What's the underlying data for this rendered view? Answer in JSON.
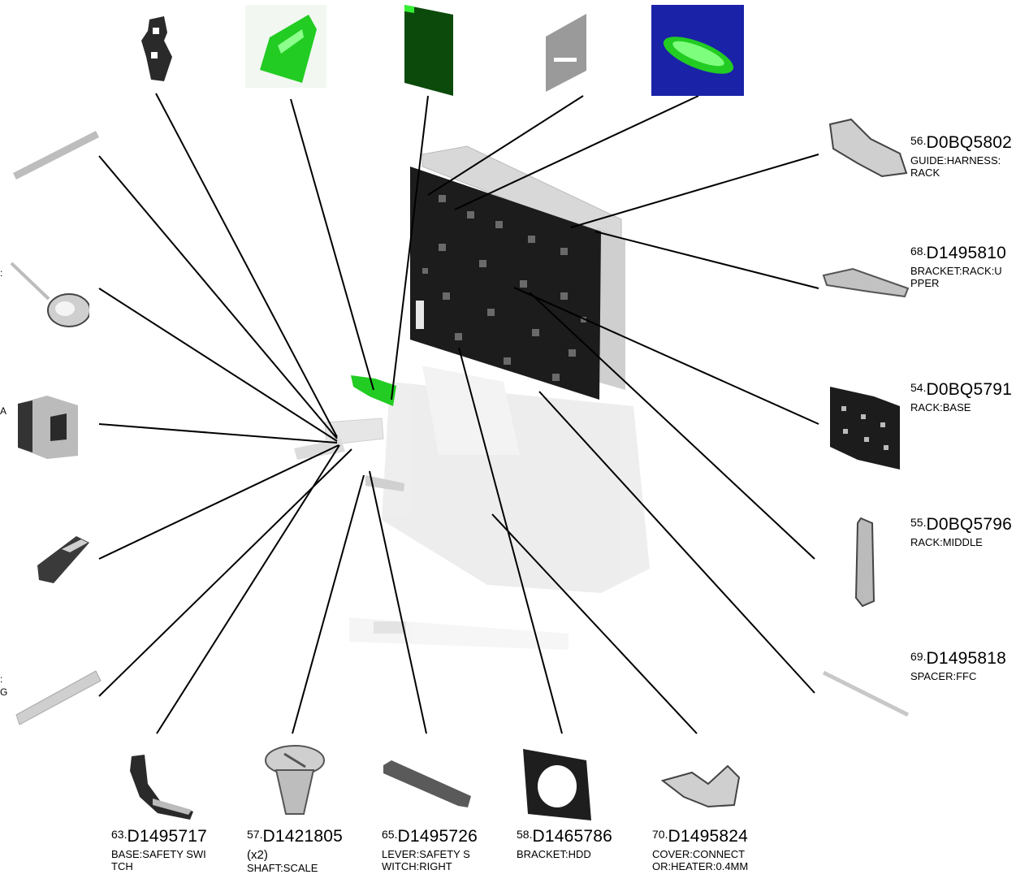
{
  "parts": [
    {
      "id": "56",
      "num": "56.",
      "code": "D0BQ5802",
      "desc": "GUIDE:HARNESS:\nRACK"
    },
    {
      "id": "68",
      "num": "68.",
      "code": "D1495810",
      "desc": "BRACKET:RACK:U\nPPER"
    },
    {
      "id": "54",
      "num": "54.",
      "code": "D0BQ5791",
      "desc": "RACK:BASE"
    },
    {
      "id": "55",
      "num": "55.",
      "code": "D0BQ5796",
      "desc": "RACK:MIDDLE"
    },
    {
      "id": "69",
      "num": "69.",
      "code": "D1495818",
      "desc": "SPACER:FFC"
    },
    {
      "id": "63",
      "num": "63.",
      "code": "D1495717",
      "desc": "BASE:SAFETY SWI\nTCH"
    },
    {
      "id": "57",
      "num": "57.",
      "code": "D1421805",
      "qty": "(x2)",
      "desc": "SHAFT:SCALE"
    },
    {
      "id": "65",
      "num": "65.",
      "code": "D1495726",
      "desc": "LEVER:SAFETY S\nWITCH:RIGHT"
    },
    {
      "id": "58",
      "num": "58.",
      "code": "D1465786",
      "desc": "BRACKET:HDD"
    },
    {
      "id": "70",
      "num": "70.",
      "code": "D1495824",
      "desc": "COVER:CONNECT\nOR:HEATER:0.4MM"
    }
  ],
  "edge_fragments": {
    "f1": ":",
    "f2": "A",
    "f3": ":",
    "f4": "G"
  },
  "colors": {
    "highlight_green": "#22cc22",
    "board_dark": "#1c1c1c",
    "thumb_blue": "#1a22a8",
    "line": "#000000"
  }
}
